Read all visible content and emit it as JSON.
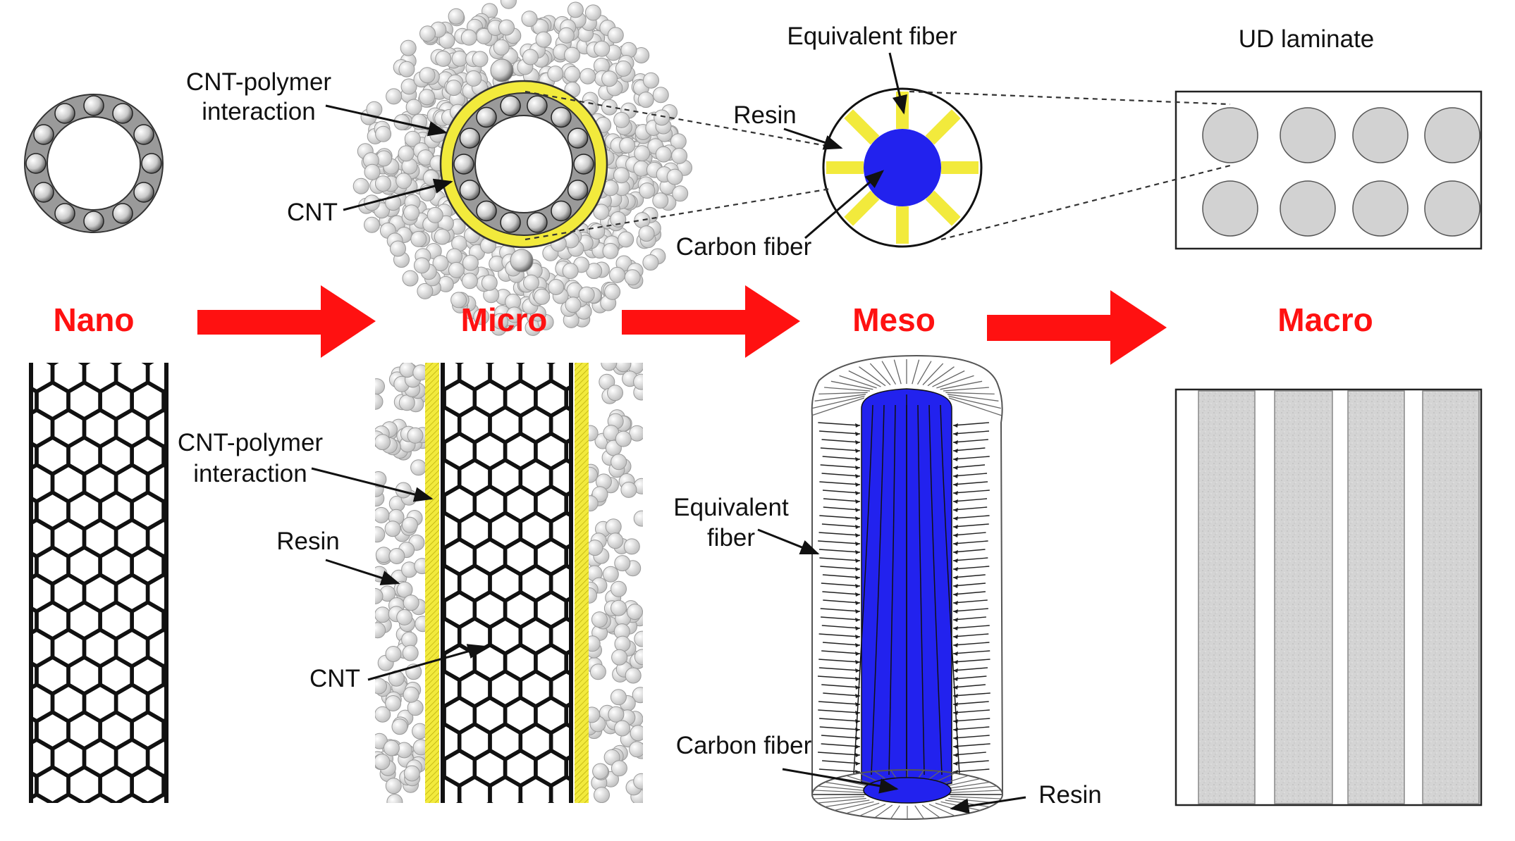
{
  "colors": {
    "stage_label": "#ff1111",
    "arrow": "#ff1111",
    "carbon_fiber": "#2222ee",
    "interaction_layer": "#f2ea3c",
    "resin_particle": "#e4e4e4",
    "lamina_fiber": "#d2d2d2",
    "cnt_wall": "#111111"
  },
  "stages": [
    {
      "label": "Nano"
    },
    {
      "label": "Micro"
    },
    {
      "label": "Meso"
    },
    {
      "label": "Macro"
    }
  ],
  "labels": {
    "micro_top_interaction_line1": "CNT-polymer",
    "micro_top_interaction_line2": "interaction",
    "micro_top_cnt": "CNT",
    "meso_top_equivalent_fiber": "Equivalent fiber",
    "meso_top_resin": "Resin",
    "meso_top_carbon_fiber": "Carbon fiber",
    "macro_top_ud_laminate": "UD laminate",
    "micro_bottom_interaction_line1": "CNT-polymer",
    "micro_bottom_interaction_line2": "interaction",
    "micro_bottom_resin": "Resin",
    "micro_bottom_cnt": "CNT",
    "meso_bottom_equivalent_line1": "Equivalent",
    "meso_bottom_equivalent_line2": "fiber",
    "meso_bottom_carbon_fiber": "Carbon fiber",
    "meso_bottom_resin": "Resin"
  },
  "icons": [
    "stage-arrow-icon",
    "leader-arrow-icon"
  ]
}
